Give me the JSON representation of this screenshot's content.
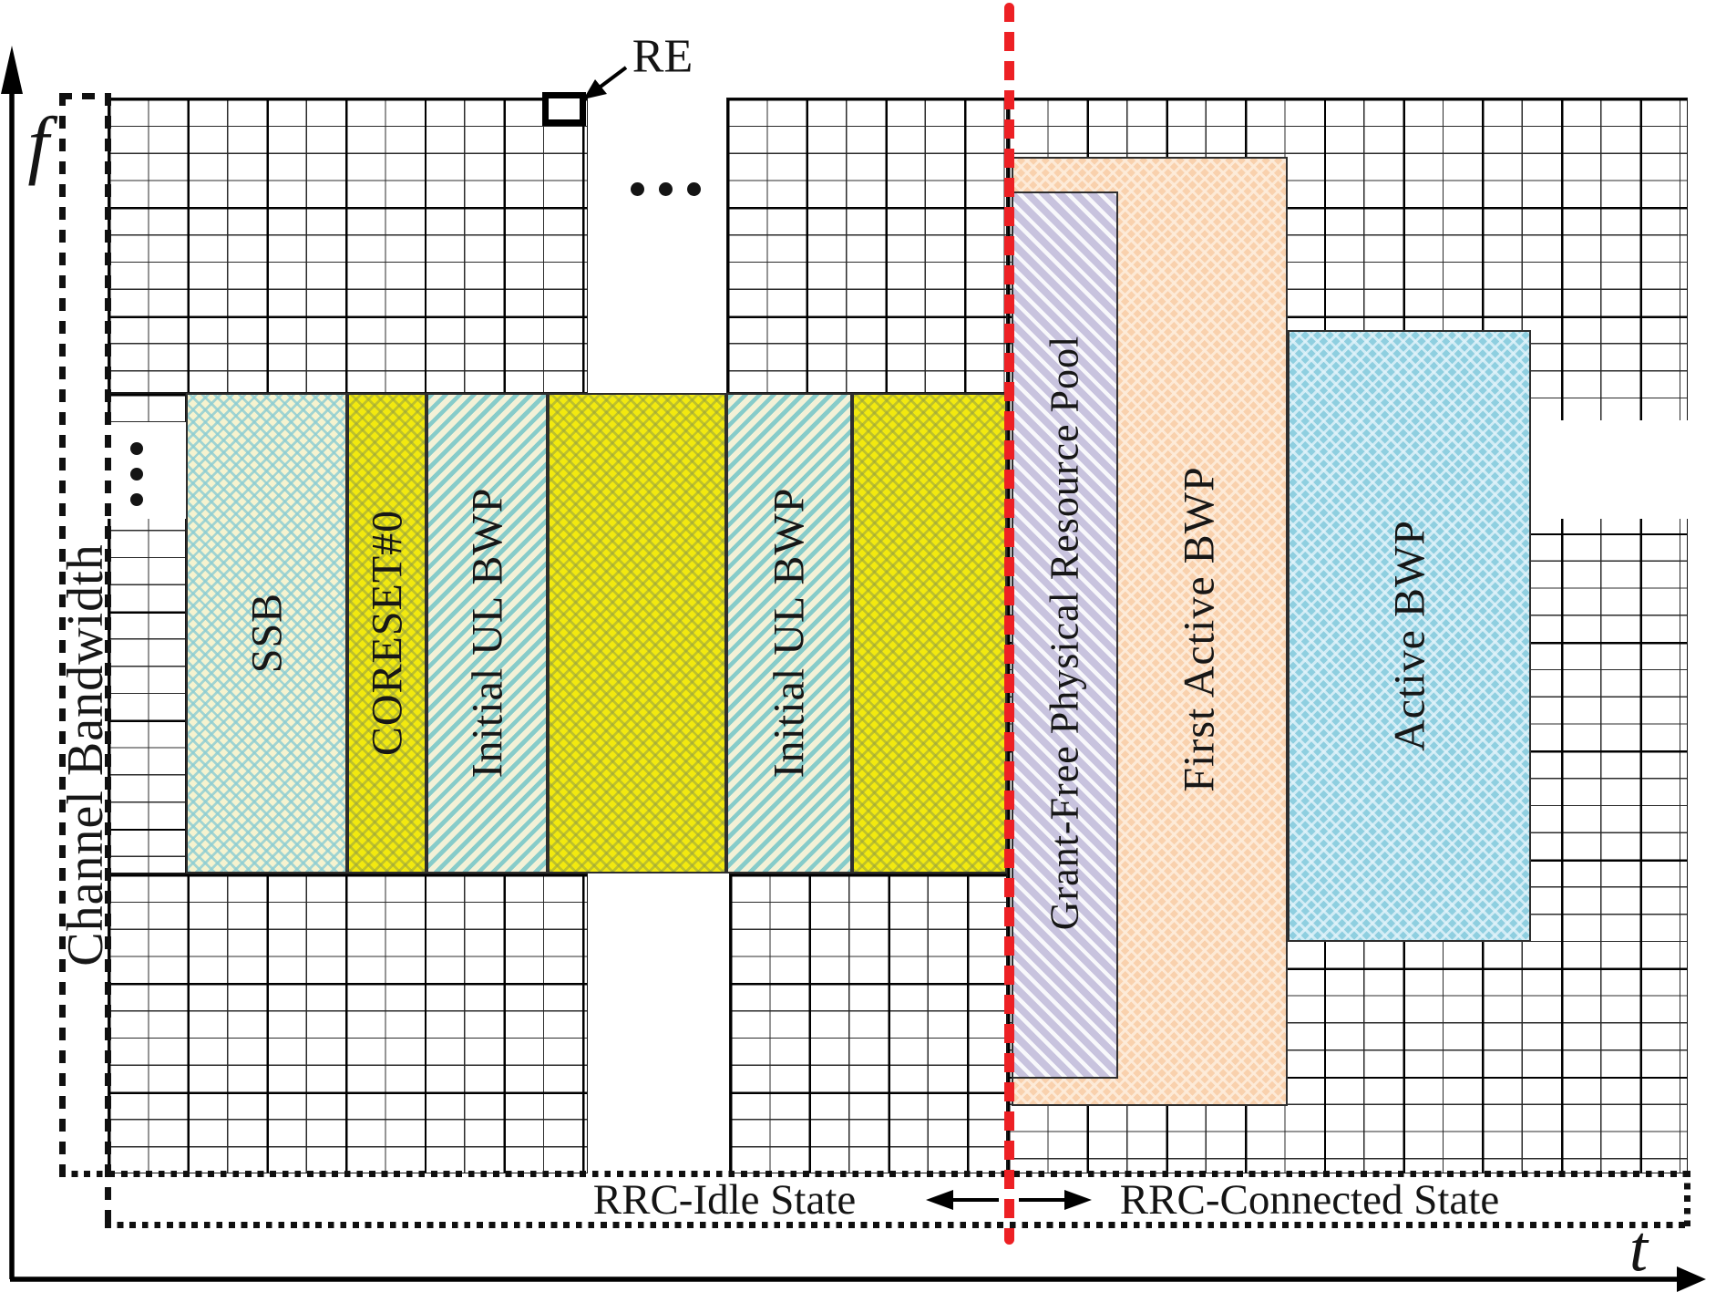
{
  "diagram": {
    "axis": {
      "y_label": "f",
      "x_label": "t"
    },
    "re_label": "RE",
    "channel_bandwidth_label": "Channel Bandwidth",
    "states": {
      "idle_label": "RRC-Idle State",
      "connected_label": "RRC-Connected State"
    },
    "blocks": {
      "ssb": {
        "label": "SSB",
        "fill": "#f6f3cf",
        "hatch": "#8cccd2"
      },
      "coreset0": {
        "label": "CORESET#0",
        "fill": "#f2e90f",
        "hatch": "#94a042"
      },
      "initial_ul_bwp_1": {
        "label": "Initial UL BWP",
        "fill": "#f3f1d7",
        "hatch": "#87ccca"
      },
      "uplink_region_1": {
        "label": "",
        "fill": "#f2e90f",
        "hatch": "#94a042"
      },
      "initial_ul_bwp_2": {
        "label": "Initial UL BWP",
        "fill": "#f3f1d7",
        "hatch": "#87ccca"
      },
      "uplink_region_2": {
        "label": "",
        "fill": "#f2e90f",
        "hatch": "#94a042"
      },
      "grant_free_pool": {
        "label": "Grant-Free Physical Resource Pool",
        "fill": "#c8c3de",
        "hatch": "#ffffff"
      },
      "first_active_bwp": {
        "label": "First Active BWP",
        "fill": "#f9d1ad",
        "hatch": "#fdecdb"
      },
      "active_bwp": {
        "label": "Active BWP",
        "fill": "#8fcfe0",
        "hatch": "#e2f3fa"
      }
    },
    "icons": {
      "ellipsis_horizontal": "• • •",
      "ellipsis_vertical": "⋮",
      "re_marker": "□",
      "state_transition_arrows": "← →"
    },
    "colors": {
      "state_boundary_red": "#ed2024",
      "grid_line": "#2b2b2b"
    }
  }
}
